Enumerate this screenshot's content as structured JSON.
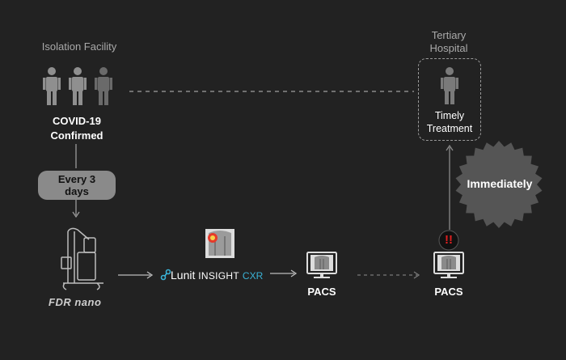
{
  "isolation": {
    "title": "Isolation Facility",
    "status_line1": "COVID-19",
    "status_line2": "Confirmed"
  },
  "interval_badge": "Every 3 days",
  "device_label": "FDR nano",
  "ai": {
    "brand": "Lunit",
    "product": "INSIGHT",
    "product_suffix": "CXR"
  },
  "pacs_left": "PACS",
  "pacs_right": "PACS",
  "alert_mark": "!!",
  "hospital": {
    "title_line1": "Tertiary",
    "title_line2": "Hospital",
    "action_line1": "Timely",
    "action_line2": "Treatment"
  },
  "urgency_badge": "Immediately",
  "colors": {
    "background": "#222222",
    "accent_cyan": "#3ab3d6",
    "alert_red": "#e02020",
    "muted_grey": "#a9a9a9"
  }
}
